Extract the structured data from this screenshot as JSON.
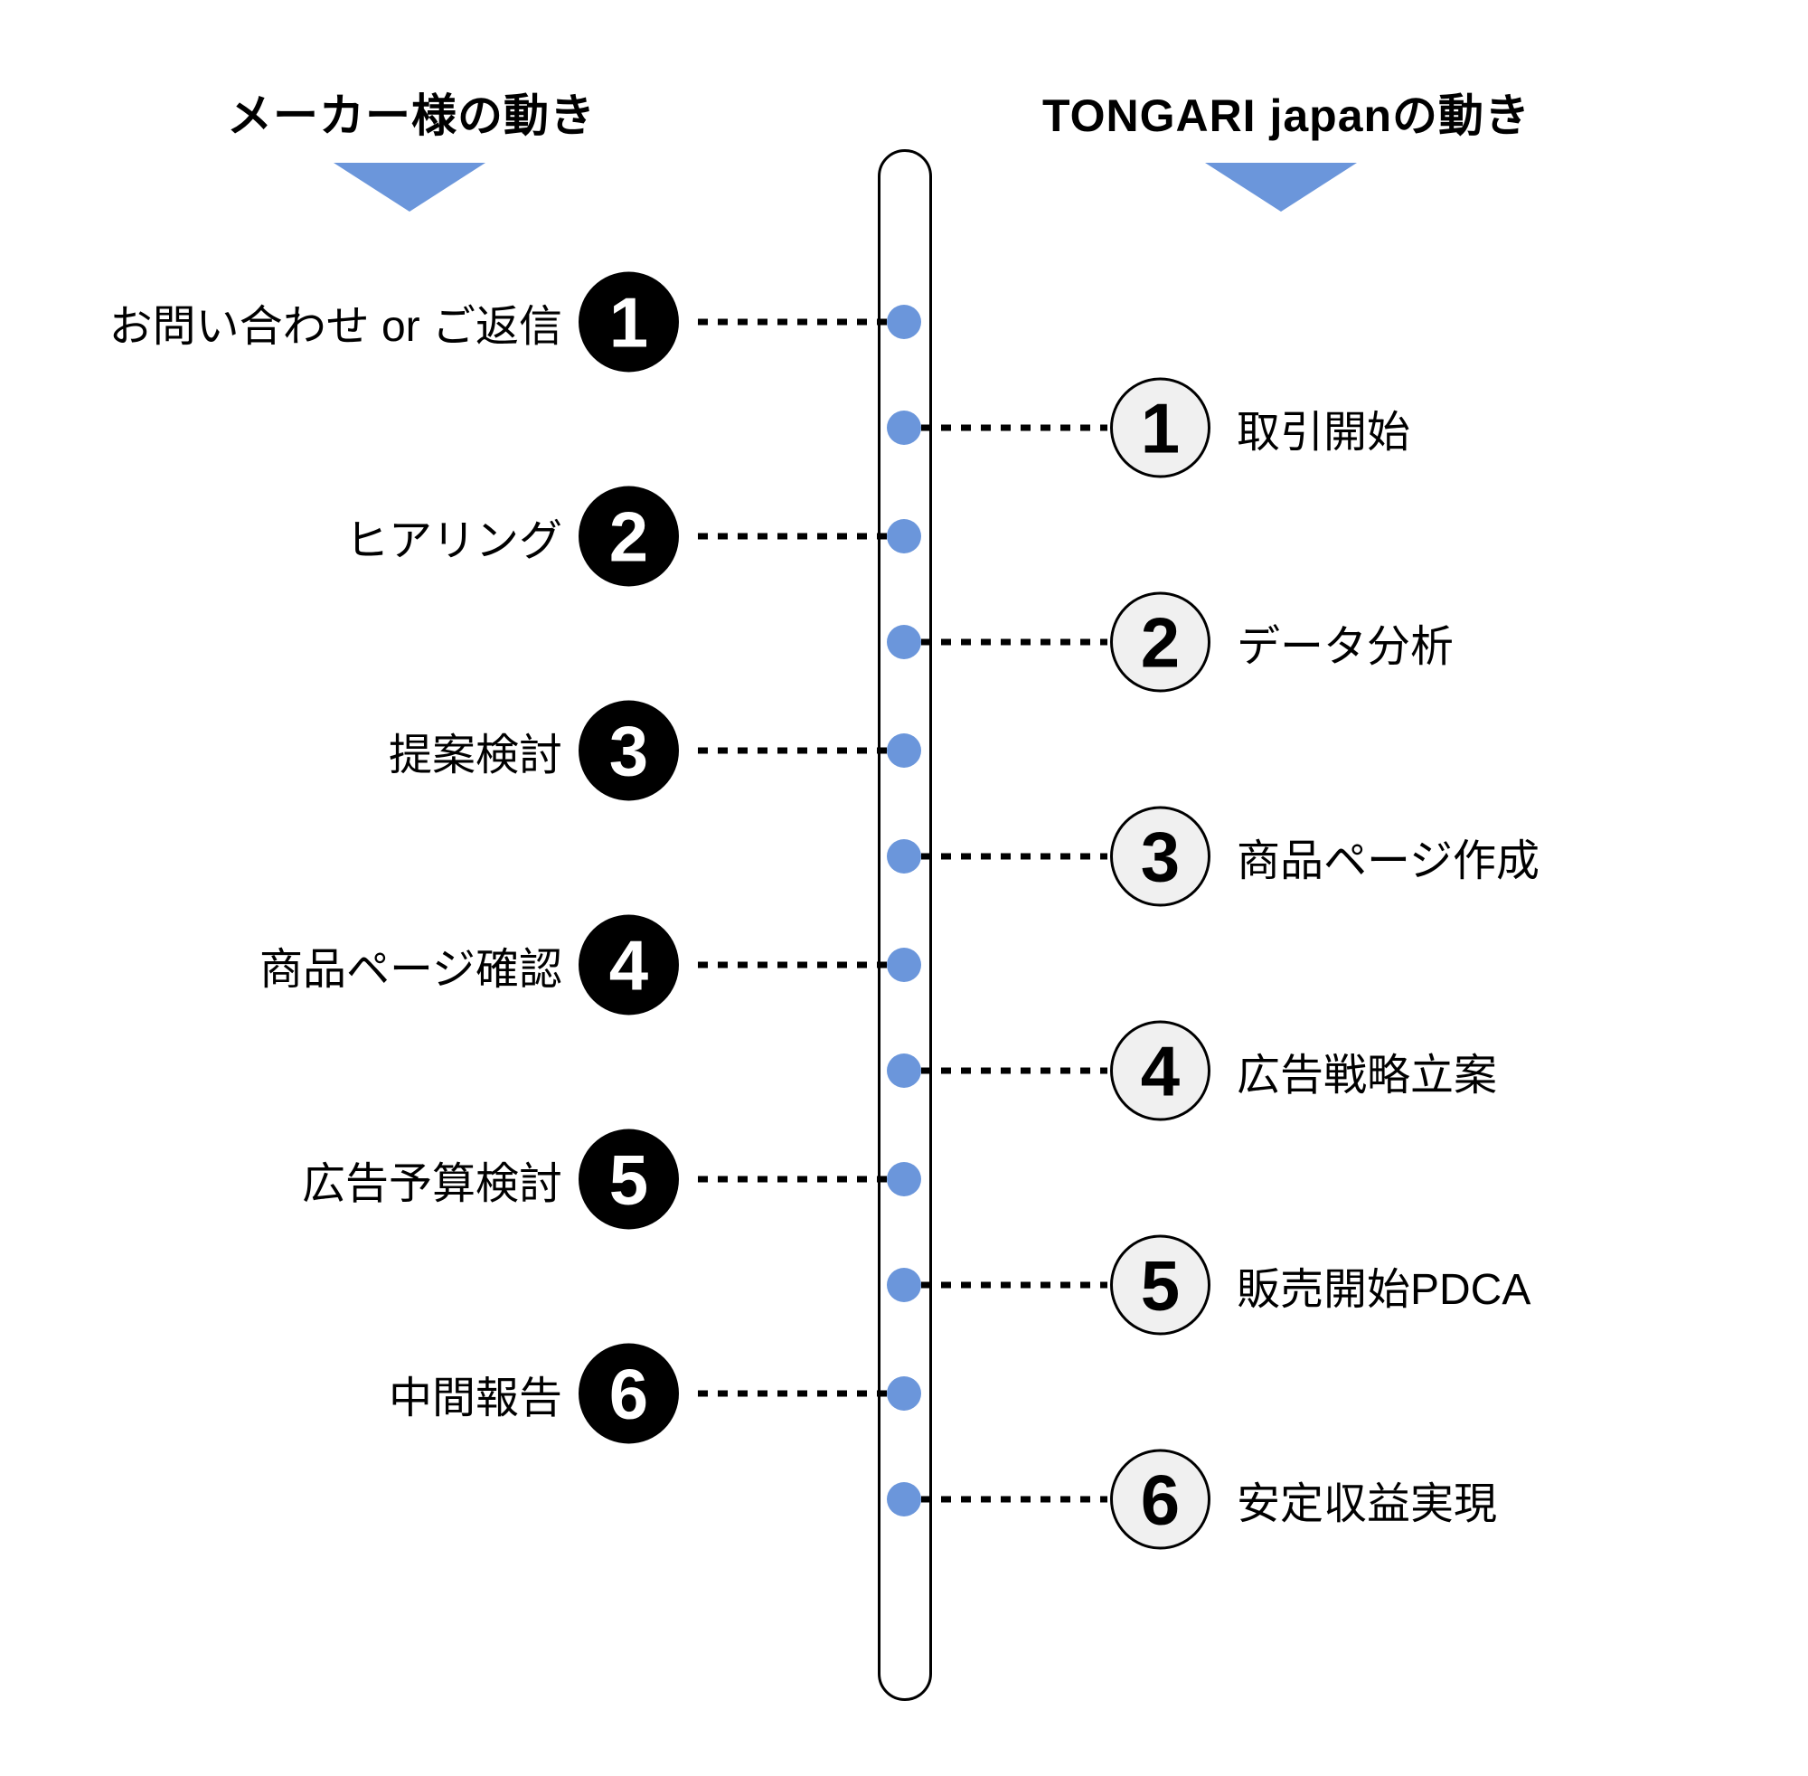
{
  "headers": {
    "left": {
      "title": "メーカー様の動き"
    },
    "right": {
      "title": "TONGARI japanの動き"
    }
  },
  "colors": {
    "accent_blue": "#6B96DB",
    "black": "#000000",
    "light_circle_fill": "#F0F0F0",
    "background": "#FFFFFF"
  },
  "timeline": {
    "left_steps": [
      {
        "num": "1",
        "label": "お問い合わせ or ご返信"
      },
      {
        "num": "2",
        "label": "ヒアリング"
      },
      {
        "num": "3",
        "label": "提案検討"
      },
      {
        "num": "4",
        "label": "商品ページ確認"
      },
      {
        "num": "5",
        "label": "広告予算検討"
      },
      {
        "num": "6",
        "label": "中間報告"
      }
    ],
    "right_steps": [
      {
        "num": "1",
        "label": "取引開始"
      },
      {
        "num": "2",
        "label": "データ分析"
      },
      {
        "num": "3",
        "label": "商品ページ作成"
      },
      {
        "num": "4",
        "label": "広告戦略立案"
      },
      {
        "num": "5",
        "label": "販売開始PDCA"
      },
      {
        "num": "6",
        "label": "安定収益実現"
      }
    ]
  }
}
